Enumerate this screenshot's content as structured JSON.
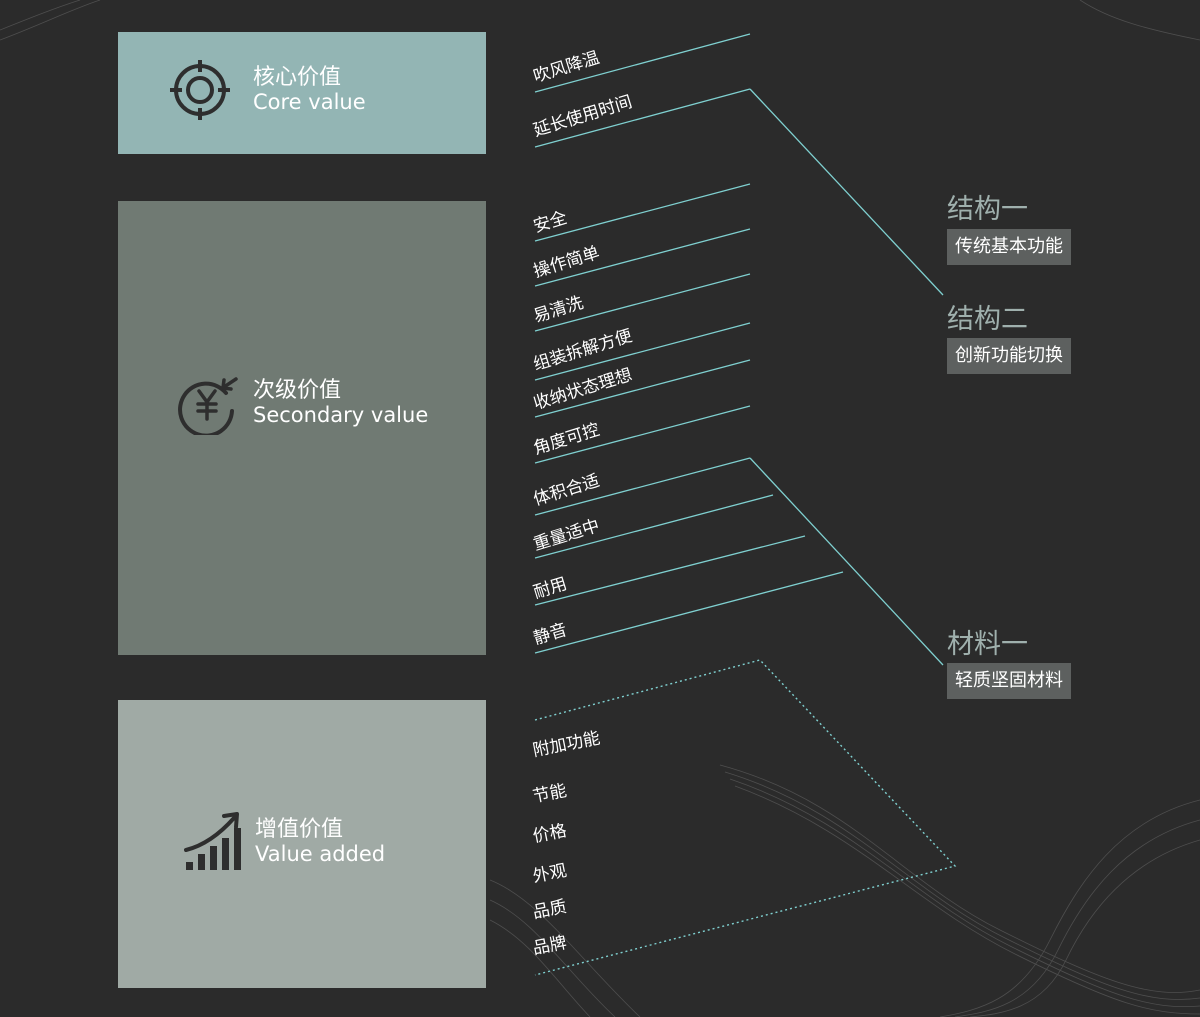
{
  "panels": {
    "core": {
      "title_cn": "核心价值",
      "title_en": "Core value",
      "icon": "target-icon"
    },
    "secondary": {
      "title_cn": "次级价值",
      "title_en": "Secondary value",
      "icon": "yuan-exchange-icon"
    },
    "added": {
      "title_cn": "增值价值",
      "title_en": "Value added",
      "icon": "growth-chart-icon"
    }
  },
  "features": {
    "core": [
      "吹风降温",
      "延长使用时间"
    ],
    "secondary": [
      "安全",
      "操作简单",
      "易清洗",
      "组装拆解方便",
      "收纳状态理想",
      "角度可控",
      "体积合适",
      "重量适中",
      "耐用",
      "静音"
    ],
    "added": [
      "附加功能",
      "节能",
      "价格",
      "外观",
      "品质",
      "品牌"
    ]
  },
  "structures": [
    {
      "title": "结构一",
      "tag": "传统基本功能"
    },
    {
      "title": "结构二",
      "tag": "创新功能切换"
    },
    {
      "title": "材料一",
      "tag": "轻质坚固材料"
    }
  ],
  "colors": {
    "background": "#2b2b2b",
    "core_panel": "#93b5b4",
    "secondary_panel": "#707a73",
    "added_panel": "#a0aaa5",
    "line": "#7fd0d0",
    "tag_bg": "#5d605f",
    "title_text": "#9fb0ad"
  }
}
